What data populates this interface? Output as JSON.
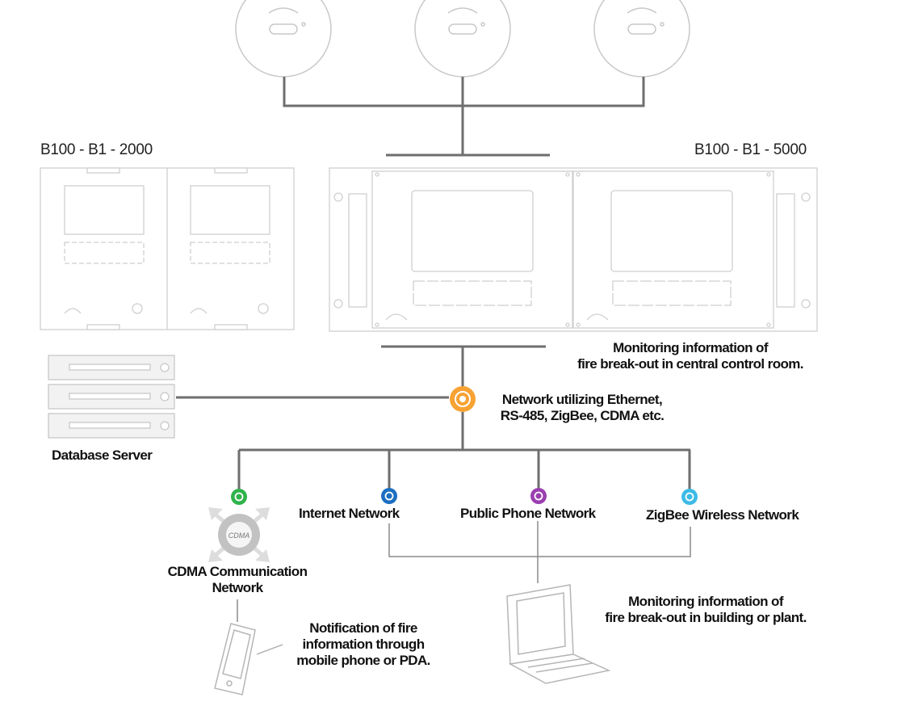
{
  "devices": {
    "left_panel_model": "B100 - B1 - 2000",
    "right_panel_model": "B100 - B1 - 5000"
  },
  "labels": {
    "central_monitoring": [
      "Monitoring information of",
      "fire break-out in central control room."
    ],
    "network_hub": [
      "Network utilizing Ethernet,",
      "RS-485, ZigBee, CDMA etc."
    ],
    "database_server": "Database Server",
    "internet_network": "Internet Network",
    "public_phone_network": "Public Phone Network",
    "zigbee_network": "ZigBee Wireless Network",
    "cdma_network": [
      "CDMA Communication",
      "Network"
    ],
    "cdma_emblem": "CDMA",
    "mobile_notification": [
      "Notification of fire",
      "information  through",
      "mobile phone or PDA."
    ],
    "building_monitoring": [
      "Monitoring information of",
      "fire break-out in building or plant."
    ]
  },
  "colors": {
    "line": "#6e6e6e",
    "device_outline": "#c8c8c8",
    "hub": "#f7a233",
    "cdma_node": "#2fb34a",
    "internet_node": "#1c6fc1",
    "phone_node": "#9b3fb0",
    "zigbee_node": "#3dbbe6"
  }
}
